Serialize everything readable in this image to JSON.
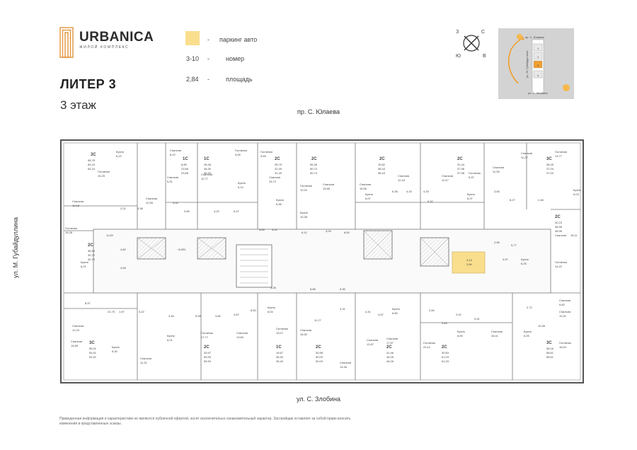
{
  "brand": {
    "name": "URBANICA",
    "subtitle": "ЖИЛОЙ КОМПЛЕКС"
  },
  "building": {
    "title": "ЛИТЕР 3",
    "floor": "3 этаж"
  },
  "legend": [
    {
      "key": "",
      "dash": "-",
      "text": "паркинг авто",
      "color": "#f9de8d"
    },
    {
      "key": "3-10",
      "dash": "-",
      "text": "номер"
    },
    {
      "key": "2,84",
      "dash": "-",
      "text": "площадь"
    }
  ],
  "streets": {
    "top": "пр. С. Юлаева",
    "bottom": "ул. С. Злобина",
    "left": "ул. М. Губайдуллина"
  },
  "minimap": {
    "street_left": "ул. М. Губайдуллина",
    "street_top": "пр. С. Юлаева",
    "street_bottom": "ул. С. Злобина",
    "lit_numbers": [
      "1",
      "2",
      "3",
      "4"
    ],
    "highlight_color": "#f0a030"
  },
  "compass": {
    "letters": [
      "С",
      "В",
      "Ю",
      "З"
    ]
  },
  "parking_spot": {
    "line1": "3-10",
    "line2": "2,84",
    "color": "#f9de8d"
  },
  "plan": {
    "top_row": [
      {
        "type": "3С",
        "areas": [
          "98,78",
          "64,24",
          "64,24"
        ],
        "rooms": [
          [
            "Кухня",
            "6,22"
          ],
          [
            "Гостиная",
            "15,25"
          ],
          [
            "Спальня",
            "10,18"
          ],
          [
            "Спальня",
            "12,55"
          ]
        ],
        "misc": [
          "2,21",
          "3,38"
        ]
      },
      {
        "type": "1С",
        "areas": [
          "8,89",
          "23,65",
          "23,65"
        ],
        "rooms": [
          [
            "Спальня",
            "8,22"
          ],
          [
            "Спальня",
            "5,31"
          ]
        ],
        "misc": [
          "4,04",
          "3,65"
        ]
      },
      {
        "type": "1С",
        "areas": [
          "45,46",
          "46,30",
          "46,30"
        ],
        "rooms": [
          [
            "Гостиная",
            "9,69"
          ],
          [
            "Спальня",
            "12,77"
          ],
          [
            "Кухня",
            "6,14"
          ]
        ],
        "misc": [
          "3,20",
          "6,47"
        ]
      },
      {
        "type": "2С",
        "areas": [
          "35,75",
          "31,49",
          "31,49"
        ],
        "rooms": [
          [
            "Гостиная",
            "9,69"
          ],
          [
            "Спальня",
            "15,72"
          ],
          [
            "Кухня",
            "5,96"
          ]
        ],
        "misc": []
      },
      {
        "type": "2С",
        "areas": [
          "65,26",
          "60,74",
          "60,74"
        ],
        "rooms": [
          [
            "Гостиная",
            "10,92"
          ],
          [
            "Спальня",
            "15,68"
          ],
          [
            "Кухня",
            "10,36"
          ]
        ],
        "misc": [
          "5,69",
          "4,14",
          "6,12",
          "3,03",
          "8,50"
        ]
      },
      {
        "type": "2С",
        "areas": [
          "15,82",
          "38,43",
          "38,43"
        ],
        "rooms": [
          [
            "Спальня",
            "15,55"
          ],
          [
            "Кухня",
            "6,07"
          ],
          [
            "Спальня",
            "12,43"
          ]
        ],
        "misc": [
          "6,36",
          "4,15"
        ]
      },
      {
        "type": "2С",
        "areas": [
          "31,44",
          "37,98",
          "37,98"
        ],
        "rooms": [
          [
            "Спальня",
            "11,47"
          ],
          [
            "Кухня",
            "6,97"
          ],
          [
            "Гостиная",
            "5,97"
          ]
        ],
        "misc": [
          "4,15",
          "6,32"
        ]
      },
      {
        "type": "2С",
        "areas": [
          "",
          "",
          ""
        ],
        "rooms": [
          [
            "Спальня",
            "11,35"
          ],
          [
            "Спальня",
            "11,27"
          ]
        ],
        "misc": [
          "3,83",
          "8,27",
          "2,48"
        ]
      },
      {
        "type": "3С",
        "areas": [
          "38,45",
          "37,04",
          "37,04"
        ],
        "rooms": [
          [
            "Гостиная",
            "13,77"
          ],
          [
            "Кухня",
            "6,03"
          ]
        ],
        "misc": []
      }
    ],
    "left_column": [
      {
        "type": "2С",
        "areas": [
          "36,03",
          "40,70",
          "40,70"
        ],
        "rooms": [
          [
            "Гостиная",
            "15,28"
          ],
          [
            "Кухня",
            "6,21"
          ]
        ],
        "misc": [
          "11,89",
          "4,82",
          "4,65",
          "~8,904"
        ]
      }
    ],
    "right_column": [
      {
        "type": "2С",
        "areas": [
          "30,23",
          "48,96",
          "48,96"
        ],
        "rooms": [
          [
            "Спальня",
            "16,11"
          ],
          [
            "Кухня",
            "6,25"
          ],
          [
            "Гостиная",
            "14,22"
          ]
        ],
        "misc": [
          "2,58",
          "5,77",
          "4,97"
        ]
      }
    ],
    "bottom_row": [
      {
        "type": "3С",
        "areas": [
          "55,91",
          "54,91",
          "54,91"
        ],
        "rooms": [
          [
            "Спальня",
            "12,23"
          ],
          [
            "Спальня",
            "14,85"
          ],
          [
            "Кухня",
            "6,30"
          ],
          [
            "Спальня",
            "11,31"
          ]
        ],
        "misc": [
          "8,97",
          "31,75",
          "1,97",
          "3,22"
        ]
      },
      {
        "type": "2С",
        "areas": [
          "30,97",
          "55,93",
          "55,93"
        ],
        "rooms": [
          [
            "Кухня",
            "6,01"
          ],
          [
            "Гостиная",
            "17,77"
          ],
          [
            "Спальня",
            "13,60"
          ]
        ],
        "misc": [
          "3,46",
          "5,08",
          "4,84",
          "4,87"
        ]
      },
      {
        "type": "1С",
        "areas": [
          "15,67",
          "35,40",
          "35,40"
        ],
        "rooms": [
          [
            "Кухня",
            "6,04"
          ],
          [
            "Гостиная",
            "15,07"
          ]
        ],
        "misc": [
          "5,28",
          "8,50"
        ]
      },
      {
        "type": "2С",
        "areas": [
          "30,98",
          "50,03",
          "50,03"
        ],
        "rooms": [
          [
            "Спальня",
            "16,52"
          ],
          [
            "Спальня",
            "14,46"
          ]
        ],
        "misc": [
          "5,68",
          "11,27"
        ]
      },
      {
        "type": "2С",
        "areas": [
          "31,46",
          "46,26",
          "46,26"
        ],
        "rooms": [
          [
            "Кухня",
            "6,80"
          ],
          [
            "Спальня",
            "13,87"
          ],
          [
            "Спальня",
            "17,57"
          ]
        ],
        "misc": [
          "6,35",
          "4,31",
          "4,31",
          "4,57"
        ]
      },
      {
        "type": "2С",
        "areas": [
          "30,63",
          "61,03",
          "61,03"
        ],
        "rooms": [
          [
            "Кухня",
            "6,69"
          ],
          [
            "Гостиная",
            "23,12"
          ],
          [
            "Спальня",
            "16,41"
          ]
        ],
        "misc": [
          "2,84",
          "2,42",
          "3,63",
          "3,91"
        ]
      },
      {
        "type": "3С",
        "areas": [
          "38,16",
          "58,61",
          "58,61"
        ],
        "rooms": [
          [
            "Спальня",
            "9,82"
          ],
          [
            "Спальня",
            "10,31"
          ],
          [
            "Кухня",
            "6,25"
          ],
          [
            "Гостиная",
            "18,04"
          ]
        ],
        "misc": [
          "2,72",
          "10,46"
        ]
      }
    ]
  },
  "disclaimer": "Приведенная информация и характеристики не являются публичной офертой, носят исключительно ознакомительный характер. Застройщик оставляет за собой право вносить изменения в представленные эскизы."
}
